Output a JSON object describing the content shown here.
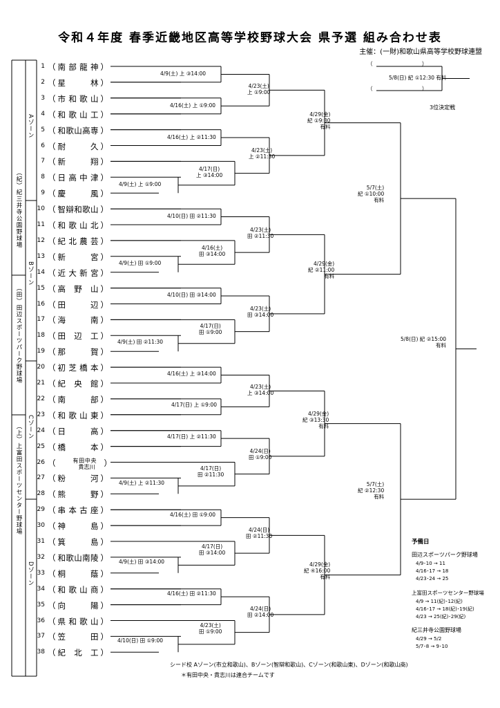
{
  "page": {
    "title": "令和４年度 春季近畿地区高等学校野球大会 県予選 組み合わせ表",
    "organizer": "主催：(一財)和歌山県高等学校野球連盟"
  },
  "zones": {
    "a": "Aゾーン",
    "b": "Bゾーン",
    "c": "Cゾーン",
    "d": "Dゾーン"
  },
  "venues_side": {
    "kinokawa": "（紀）紀三井寺公園野球場",
    "tanabe": "（田）田辺スポーツパーク野球場",
    "kamitonda": "（上）上富田スポーツセンター野球場"
  },
  "teams": [
    {
      "no": "1",
      "name": "南部龍神"
    },
    {
      "no": "2",
      "name": "星林"
    },
    {
      "no": "3",
      "name": "市和歌山"
    },
    {
      "no": "4",
      "name": "和歌山工"
    },
    {
      "no": "5",
      "name": "和歌山高専"
    },
    {
      "no": "6",
      "name": "耐久"
    },
    {
      "no": "7",
      "name": "新翔"
    },
    {
      "no": "8",
      "name": "日高中津"
    },
    {
      "no": "9",
      "name": "慶風"
    },
    {
      "no": "10",
      "name": "智辯和歌山"
    },
    {
      "no": "11",
      "name": "和歌山北"
    },
    {
      "no": "12",
      "name": "紀北農芸"
    },
    {
      "no": "13",
      "name": "新宮"
    },
    {
      "no": "14",
      "name": "近大新宮"
    },
    {
      "no": "15",
      "name": "高野山"
    },
    {
      "no": "16",
      "name": "田辺"
    },
    {
      "no": "17",
      "name": "海南"
    },
    {
      "no": "18",
      "name": "田辺工"
    },
    {
      "no": "19",
      "name": "那賀"
    },
    {
      "no": "20",
      "name": "初芝橋本"
    },
    {
      "no": "21",
      "name": "紀央館"
    },
    {
      "no": "22",
      "name": "南部"
    },
    {
      "no": "23",
      "name": "和歌山東"
    },
    {
      "no": "24",
      "name": "日高"
    },
    {
      "no": "25",
      "name": "橋本"
    },
    {
      "no": "26",
      "name": "有田中央 貴志川",
      "line1": "有田中央",
      "line2": "貴志川"
    },
    {
      "no": "27",
      "name": "粉河"
    },
    {
      "no": "28",
      "name": "熊野"
    },
    {
      "no": "29",
      "name": "串本古座"
    },
    {
      "no": "30",
      "name": "神島"
    },
    {
      "no": "31",
      "name": "箕島"
    },
    {
      "no": "32",
      "name": "和歌山南陵"
    },
    {
      "no": "33",
      "name": "桐蔭"
    },
    {
      "no": "34",
      "name": "和歌山商"
    },
    {
      "no": "35",
      "name": "向陽"
    },
    {
      "no": "36",
      "name": "県和歌山"
    },
    {
      "no": "37",
      "name": "笠田"
    },
    {
      "no": "38",
      "name": "紀北工"
    }
  ],
  "games": {
    "g1_2": "4/9(土) 上 ③14:00",
    "g3_4": "4/16(土) 上 ①9:00",
    "g5_6": "4/16(土) 上 ②11:30",
    "g8_9": "4/9(土) 上 ①9:00",
    "g7_89": [
      "4/17(日)",
      "上 ③14:00"
    ],
    "gA1": [
      "4/23(土)",
      "上 ①9:00"
    ],
    "gA2": [
      "4/23(土)",
      "上 ②11:30"
    ],
    "gAz": [
      "4/29(金)",
      "紀 ①9:30",
      "有料"
    ],
    "g10_11": "4/10(日) 田 ②11:30",
    "g13_14": "4/9(土) 田 ①9:00",
    "g12_1314": [
      "4/16(土)",
      "田 ③14:00"
    ],
    "gB1": [
      "4/23(土)",
      "田 ②11:30"
    ],
    "g15_16": "4/10(日) 田 ③14:00",
    "g18_19": "4/9(土) 田 ②11:30",
    "g17_1819": [
      "4/17(日)",
      "田 ①9:00"
    ],
    "gB2": [
      "4/23(土)",
      "田 ③14:00"
    ],
    "gBz": [
      "4/29(金)",
      "紀 ②11:00",
      "有料"
    ],
    "gAB": [
      "5/7(土)",
      "紀 ①10:00",
      "有料"
    ],
    "g20_21": "4/16(土) 上 ③14:00",
    "g22_23": "4/17(日) 上 ①9:00",
    "gC1": [
      "4/23(土)",
      "上 ③14:00"
    ],
    "g24_25": "4/17(日) 上 ②11:30",
    "g27_28": "4/9(土) 上 ②11:30",
    "g26_2728": [
      "4/17(日)",
      "田 ②11:30"
    ],
    "gC2": [
      "4/24(日)",
      "田 ①9:00"
    ],
    "gCz": [
      "4/29(金)",
      "紀 ③13:30",
      "有料"
    ],
    "g29_30": "4/16(土) 田 ①9:00",
    "g32_33": "4/9(土) 田 ③14:00",
    "g31_3233": [
      "4/17(日)",
      "田 ③14:00"
    ],
    "gD1": [
      "4/24(日)",
      "田 ②11:30"
    ],
    "g34_35": "4/16(土) 田 ②11:30",
    "g37_38": "4/10(日) 田 ①9:00",
    "g36_3738": [
      "4/23(土)",
      "田 ①9:00"
    ],
    "gD2": [
      "4/24(日)",
      "田 ②14:00"
    ],
    "gDz": [
      "4/29(金)",
      "紀 ④16:00",
      "有料"
    ],
    "gCD": [
      "5/7(土)",
      "紀 ②12:30",
      "有料"
    ],
    "gFinal": [
      "5/8(日) 紀 ②15:00",
      "有料"
    ],
    "gThird": "5/8(日) 紀 ①12:30 有料",
    "third_label": "3位決定戦",
    "paren_open": "（",
    "paren_close": "）"
  },
  "reserve": {
    "title": "予備日",
    "tanabe": "田辺スポーツパーク野球場",
    "tanabe_lines": [
      "4/9･10 → 11",
      "4/16･17 → 18",
      "4/23･24 → 25"
    ],
    "kamitonda": "上富田スポーツセンター野球場",
    "kamitonda_lines": [
      "4/9 → 11(紀)･12(紀)",
      "4/16･17 → 18(紀)･19(紀)",
      "4/23 → 25(紀)･29(紀)"
    ],
    "kinokawa": "紀三井寺公園野球場",
    "kinokawa_lines": [
      "4/29 → 5/2",
      "5/7･8 → 9･10"
    ]
  },
  "footer": {
    "seeds": "シード校 Aゾーン(市立和歌山)、Bゾーン(智辯和歌山)、Cゾーン(和歌山東)、Dゾーン(和歌山商)",
    "note": "＊有田中央・貴志川は連合チームです"
  }
}
